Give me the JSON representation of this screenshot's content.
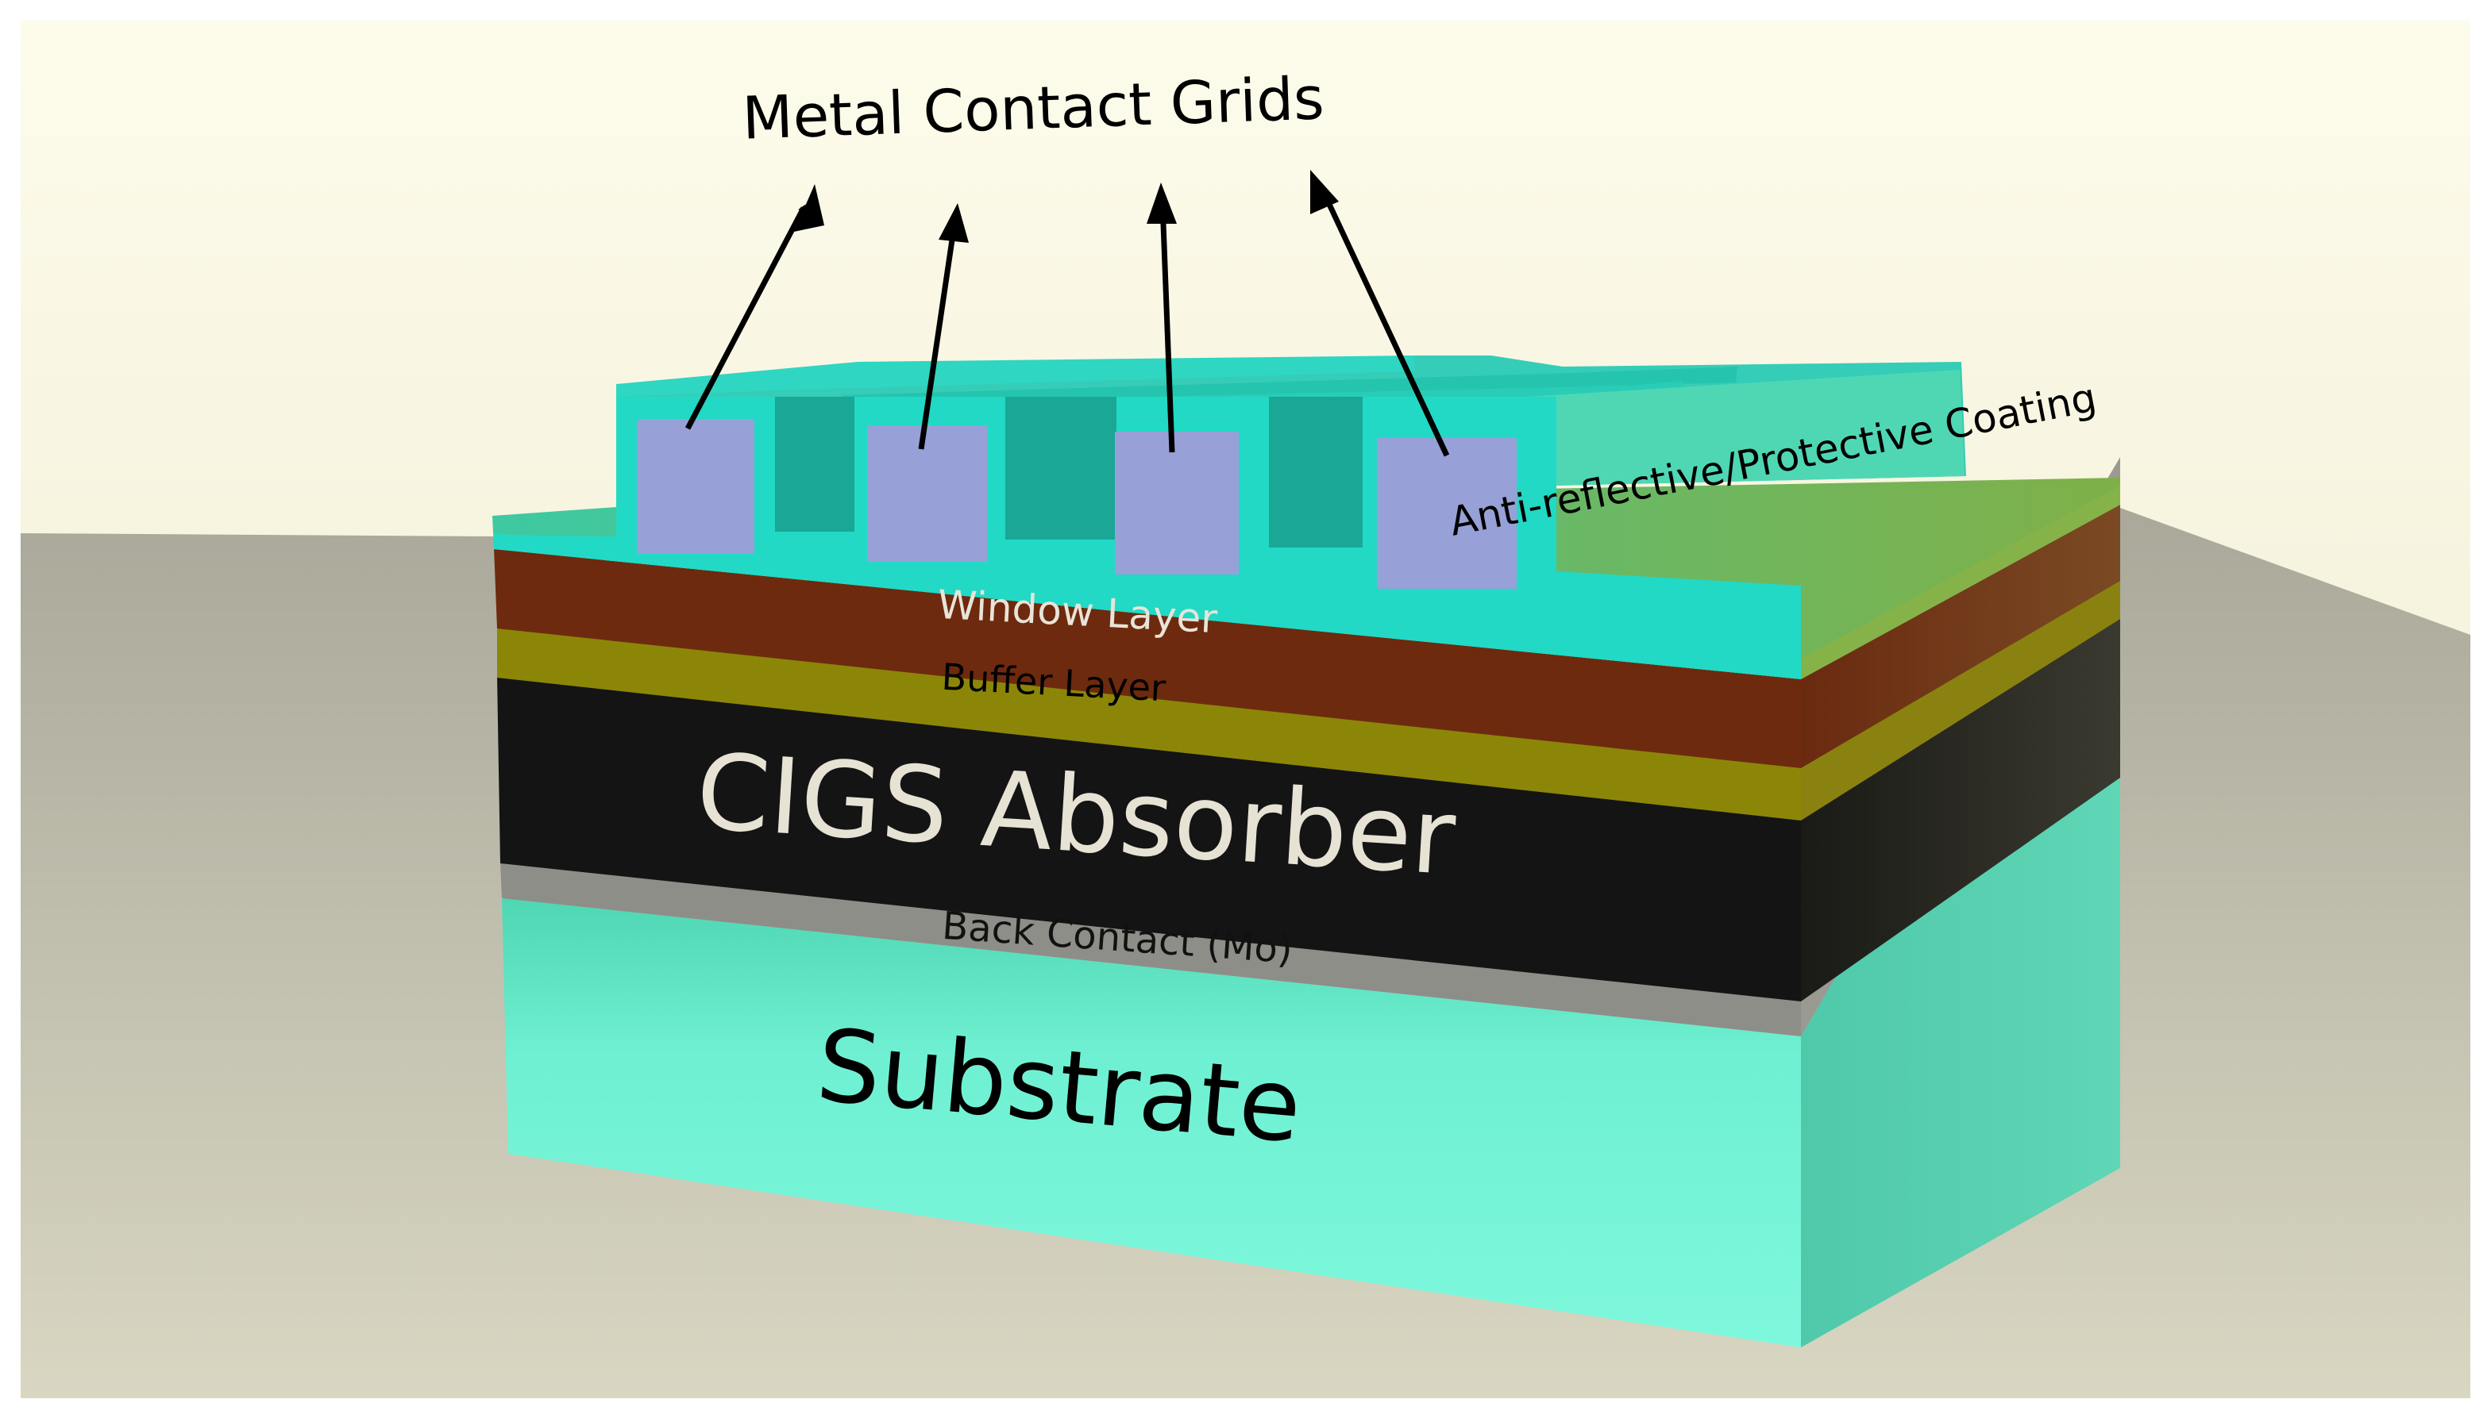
{
  "diagram": {
    "grid_label": "Metal Contact Grids",
    "coating_label": "Anti-reflective/Protective Coating",
    "layers": {
      "window": "Window Layer",
      "buffer": "Buffer Layer",
      "absorber": "CIGS Absorber",
      "back_contact": "Back Contact (Mo)",
      "substrate": "Substrate"
    }
  },
  "colors": {
    "coating": "#1fd6be",
    "metal_grid": "#98a0d8",
    "window": "#6e2a0e",
    "buffer": "#8c8608",
    "absorber": "#141414",
    "back_contact": "#8c8c8a",
    "substrate": "#58dcbe",
    "background_top": "#fbf9e6",
    "floor": "#b9b8a4"
  }
}
